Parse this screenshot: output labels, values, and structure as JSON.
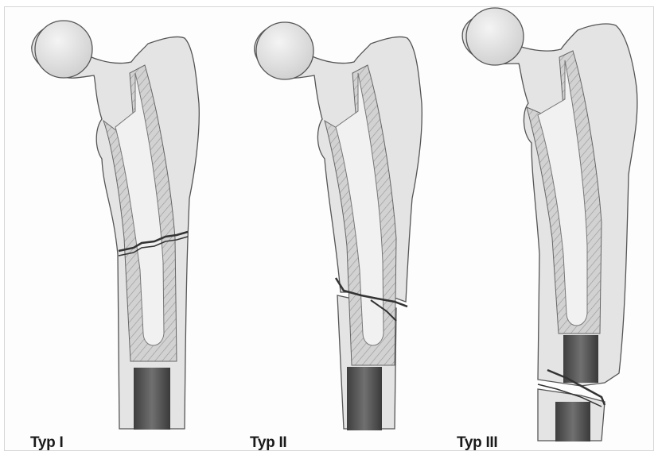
{
  "captions": [
    "Typ I",
    "Typ II",
    "Typ III"
  ],
  "colors": {
    "bone": "#e4e4e4",
    "bone_outline": "#555555",
    "cement": "#d0d0d0",
    "stem": "#f1f1f1",
    "canal": "#5a5a5a"
  }
}
